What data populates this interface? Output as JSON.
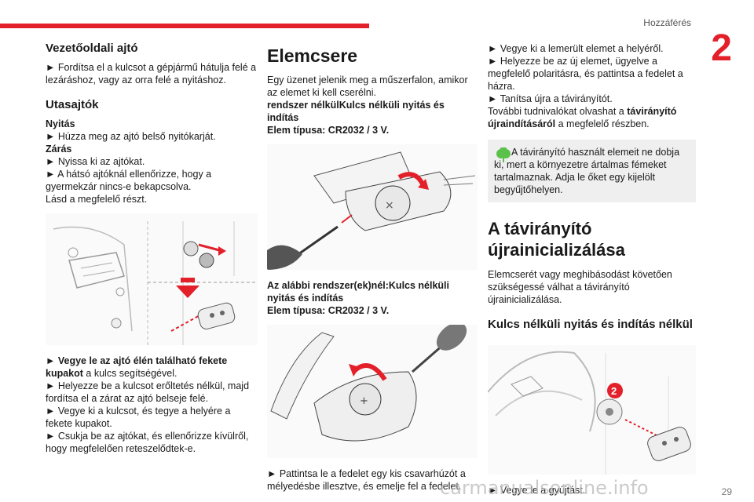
{
  "header": {
    "section": "Hozzáférés",
    "chapter": "2"
  },
  "col1": {
    "h1": "Vezetőoldali ajtó",
    "p1": "► Fordítsa el a kulcsot a gépjármű hátulja felé a lezáráshoz, vagy az orra felé a nyitáshoz.",
    "h2": "Utasajtók",
    "nyitas": "Nyitás",
    "p2": "► Húzza meg az ajtó belső nyitókarját.",
    "zaras": "Zárás",
    "p3": "► Nyissa ki az ajtókat.",
    "p4": "► A hátsó ajtóknál ellenőrizze, hogy a gyermekzár nincs-e bekapcsolva.",
    "p5": "Lásd a megfelelő részt.",
    "p6_bold": "► Vegye le az ajtó élén található fekete kupakot",
    "p6_rest": " a kulcs segítségével.",
    "p7": "► Helyezze be a kulcsot erőltetés nélkül, majd fordítsa el a zárat az ajtó belseje felé.",
    "p8": "► Vegye ki a kulcsot, és tegye a helyére a fekete kupakot.",
    "p9": "► Csukja be az ajtókat, és ellenőrizze kívülről, hogy megfelelően reteszelődtek-e."
  },
  "col2": {
    "h1": "Elemcsere",
    "p1": "Egy üzenet jelenik meg a műszerfalon, amikor az elemet ki kell cserélni.",
    "p2": "rendszer nélkülKulcs nélküli nyitás és indítás",
    "p3": "Elem típusa: CR2032 / 3 V.",
    "p4": "Az alábbi rendszer(ek)nél:Kulcs nélküli nyitás és indítás",
    "p5": "Elem típusa: CR2032 / 3 V.",
    "p6": "► Pattintsa le a fedelet egy kis csavarhúzót a mélyedésbe illesztve, és emelje fel a fedelet."
  },
  "col3": {
    "p1": "► Vegye ki a lemerült elemet a helyéről.",
    "p2": "► Helyezze be az új elemet, ügyelve a megfelelő polaritásra, és pattintsa a fedelet a házra.",
    "p3": "► Tanítsa újra a távirányítót.",
    "p4_a": "További tudnivalókat olvashat a ",
    "p4_b": "távirányító újraindításáról",
    "p4_c": " a megfelelő részben.",
    "note": "A távirányító használt elemeit ne dobja ki, mert a környezetre ártalmas fémeket tartalmaznak. Adja le őket egy kijelölt begyűjtőhelyen.",
    "h1": "A távirányító újrainicializálása",
    "p5": "Elemcserét vagy meghibásodást követően szükségessé válhat a távirányító újrainicializálása.",
    "h2": "Kulcs nélküli nyitás és indítás nélkül",
    "callout": "2",
    "p6": "► Vegye le a gyújtást."
  },
  "footer": {
    "page": "29",
    "watermark": "carmanualsonline.info"
  },
  "colors": {
    "accent": "#e3202a",
    "note_bg": "#efefef",
    "leaf": "#5cc14a"
  }
}
